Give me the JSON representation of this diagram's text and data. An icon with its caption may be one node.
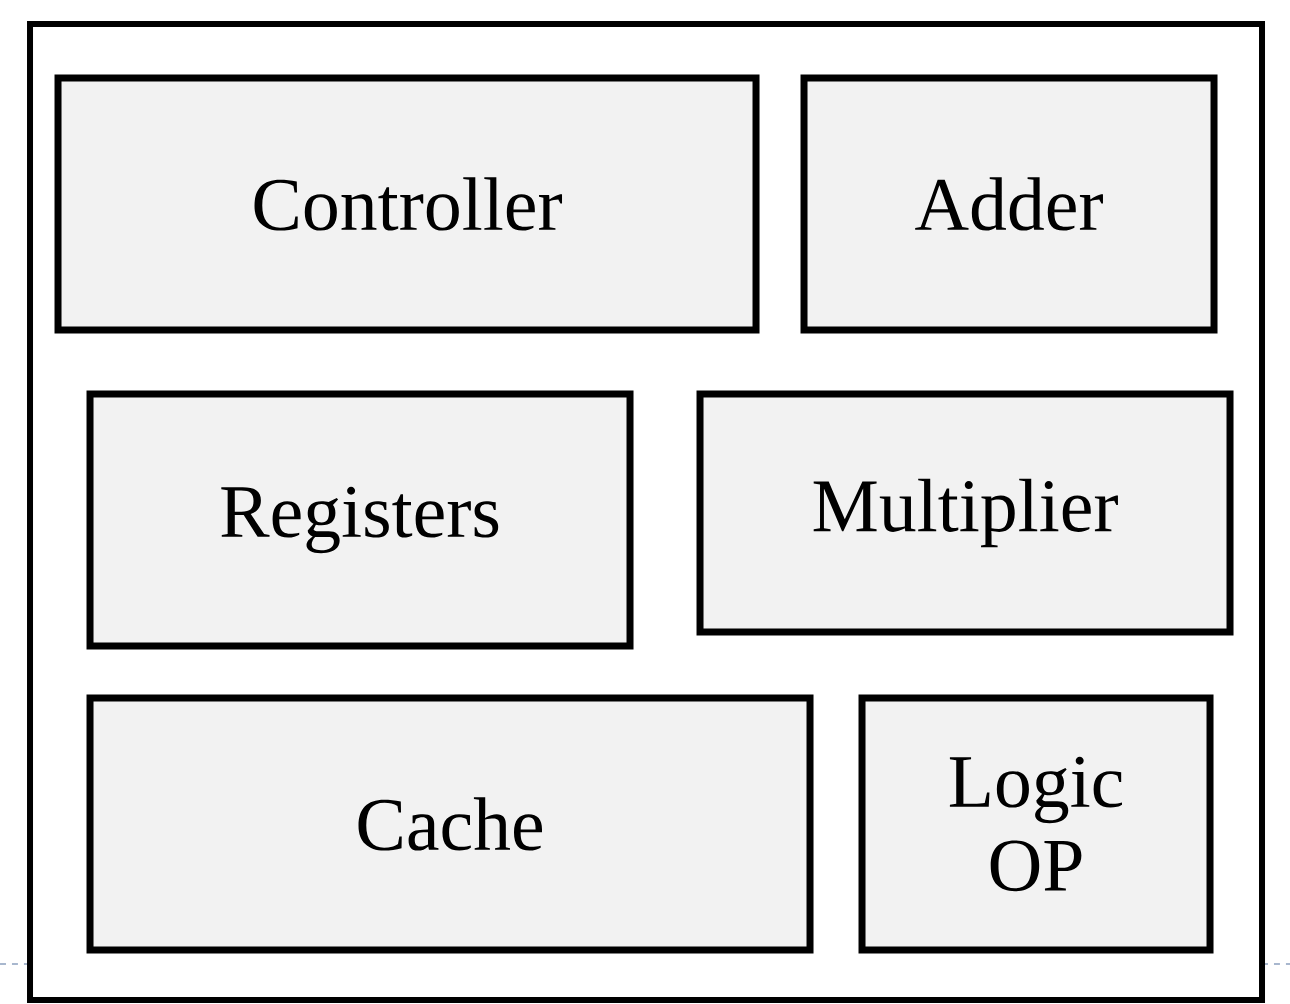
{
  "diagram": {
    "nodes": [
      {
        "text": [],
        "shape": "box"
      },
      {
        "text": [
          "Controller"
        ],
        "in": 0
      },
      {
        "text": [
          "Adder"
        ],
        "in": 0
      },
      {
        "text": [
          "Registers"
        ],
        "in": 0
      },
      {
        "text": [
          "Multiplier"
        ],
        "in": 0
      },
      {
        "text": [
          "Cache"
        ],
        "in": 0
      },
      {
        "text": [
          "Logic OP"
        ],
        "in": 0
      }
    ]
  }
}
